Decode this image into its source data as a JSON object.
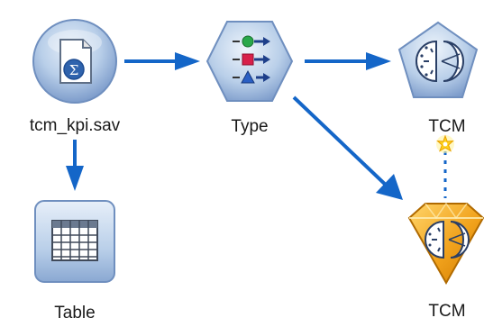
{
  "stream": {
    "nodes": {
      "source": {
        "label": "tcm_kpi.sav",
        "icon": "statistics-file-icon"
      },
      "type": {
        "label": "Type",
        "icon": "type-icon"
      },
      "table": {
        "label": "Table",
        "icon": "table-icon"
      },
      "tcm_modeler": {
        "label": "TCM",
        "icon": "tcm-modeler-icon"
      },
      "tcm_nugget": {
        "label": "TCM",
        "icon": "tcm-model-nugget-icon"
      }
    },
    "colors": {
      "link": "#1466c8",
      "node_fill": "#b8cce8",
      "nugget_gold": "#f1a21c"
    }
  }
}
